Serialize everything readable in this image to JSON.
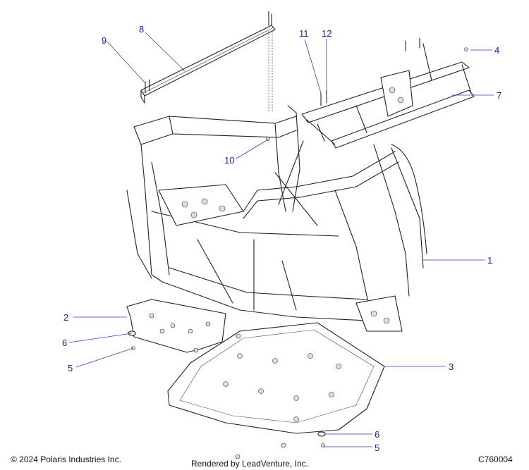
{
  "callouts": [
    {
      "id": "1",
      "label": "1"
    },
    {
      "id": "2",
      "label": "2"
    },
    {
      "id": "3",
      "label": "3"
    },
    {
      "id": "4",
      "label": "4"
    },
    {
      "id": "5a",
      "label": "5"
    },
    {
      "id": "5b",
      "label": "5"
    },
    {
      "id": "6a",
      "label": "6"
    },
    {
      "id": "6b",
      "label": "6"
    },
    {
      "id": "7",
      "label": "7"
    },
    {
      "id": "8",
      "label": "8"
    },
    {
      "id": "9",
      "label": "9"
    },
    {
      "id": "10",
      "label": "10"
    },
    {
      "id": "11",
      "label": "11"
    },
    {
      "id": "12",
      "label": "12"
    }
  ],
  "footer": {
    "copyright": "© 2024 Polaris Industries Inc.",
    "rendered_by": "Rendered by LeadVenture, Inc.",
    "diagram_code": "C760004"
  },
  "colors": {
    "callout": "#1a1aa8",
    "leader": "#3a3ab8",
    "line": "#222222"
  }
}
